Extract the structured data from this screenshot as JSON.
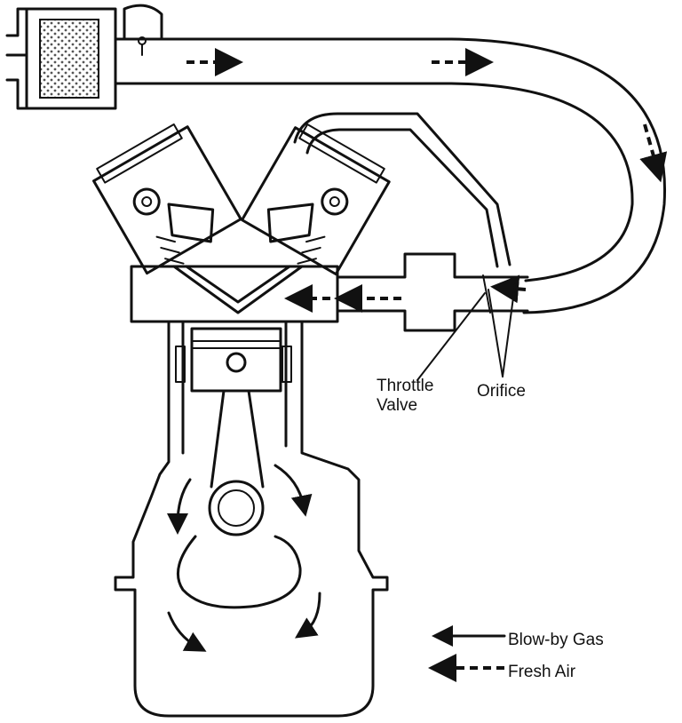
{
  "labels": {
    "throttle_line1": "Throttle",
    "throttle_line2": "Valve",
    "orifice": "Orifice"
  },
  "legend": {
    "blow_by": "Blow-by Gas",
    "fresh_air": "Fresh Air"
  },
  "colors": {
    "ink": "#111111",
    "paper": "#ffffff"
  }
}
